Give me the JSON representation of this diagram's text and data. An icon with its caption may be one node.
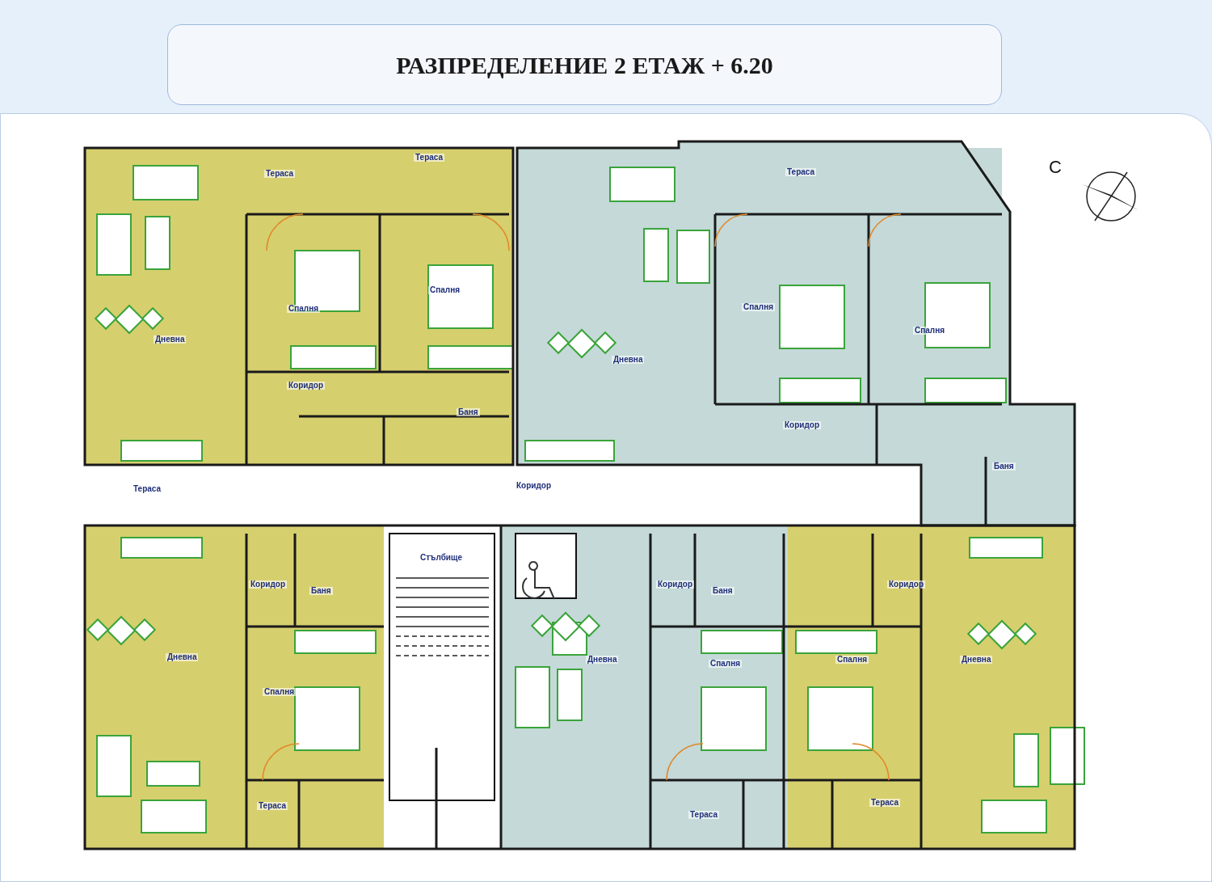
{
  "diagram": {
    "title": "РАЗПРЕДЕЛЕНИЕ 2 ЕТАЖ + 6.20",
    "labels": [
      "Тераса",
      "Тераса",
      "Тераса",
      "С",
      "Спалня",
      "Спалня",
      "Спалня",
      "Спалня",
      "Дневна",
      "Дневна",
      "Коридор",
      "Баня",
      "Коридор",
      "Баня",
      "Коридор",
      "Тераса",
      "Стълбище",
      "Коридор",
      "Баня",
      "Коридор",
      "Баня",
      "Коридор",
      "Дневна",
      "Спалня",
      "Дневна",
      "Спалня",
      "Спалня",
      "Дневна",
      "Тераса",
      "Тераса",
      "Тераса"
    ]
  }
}
